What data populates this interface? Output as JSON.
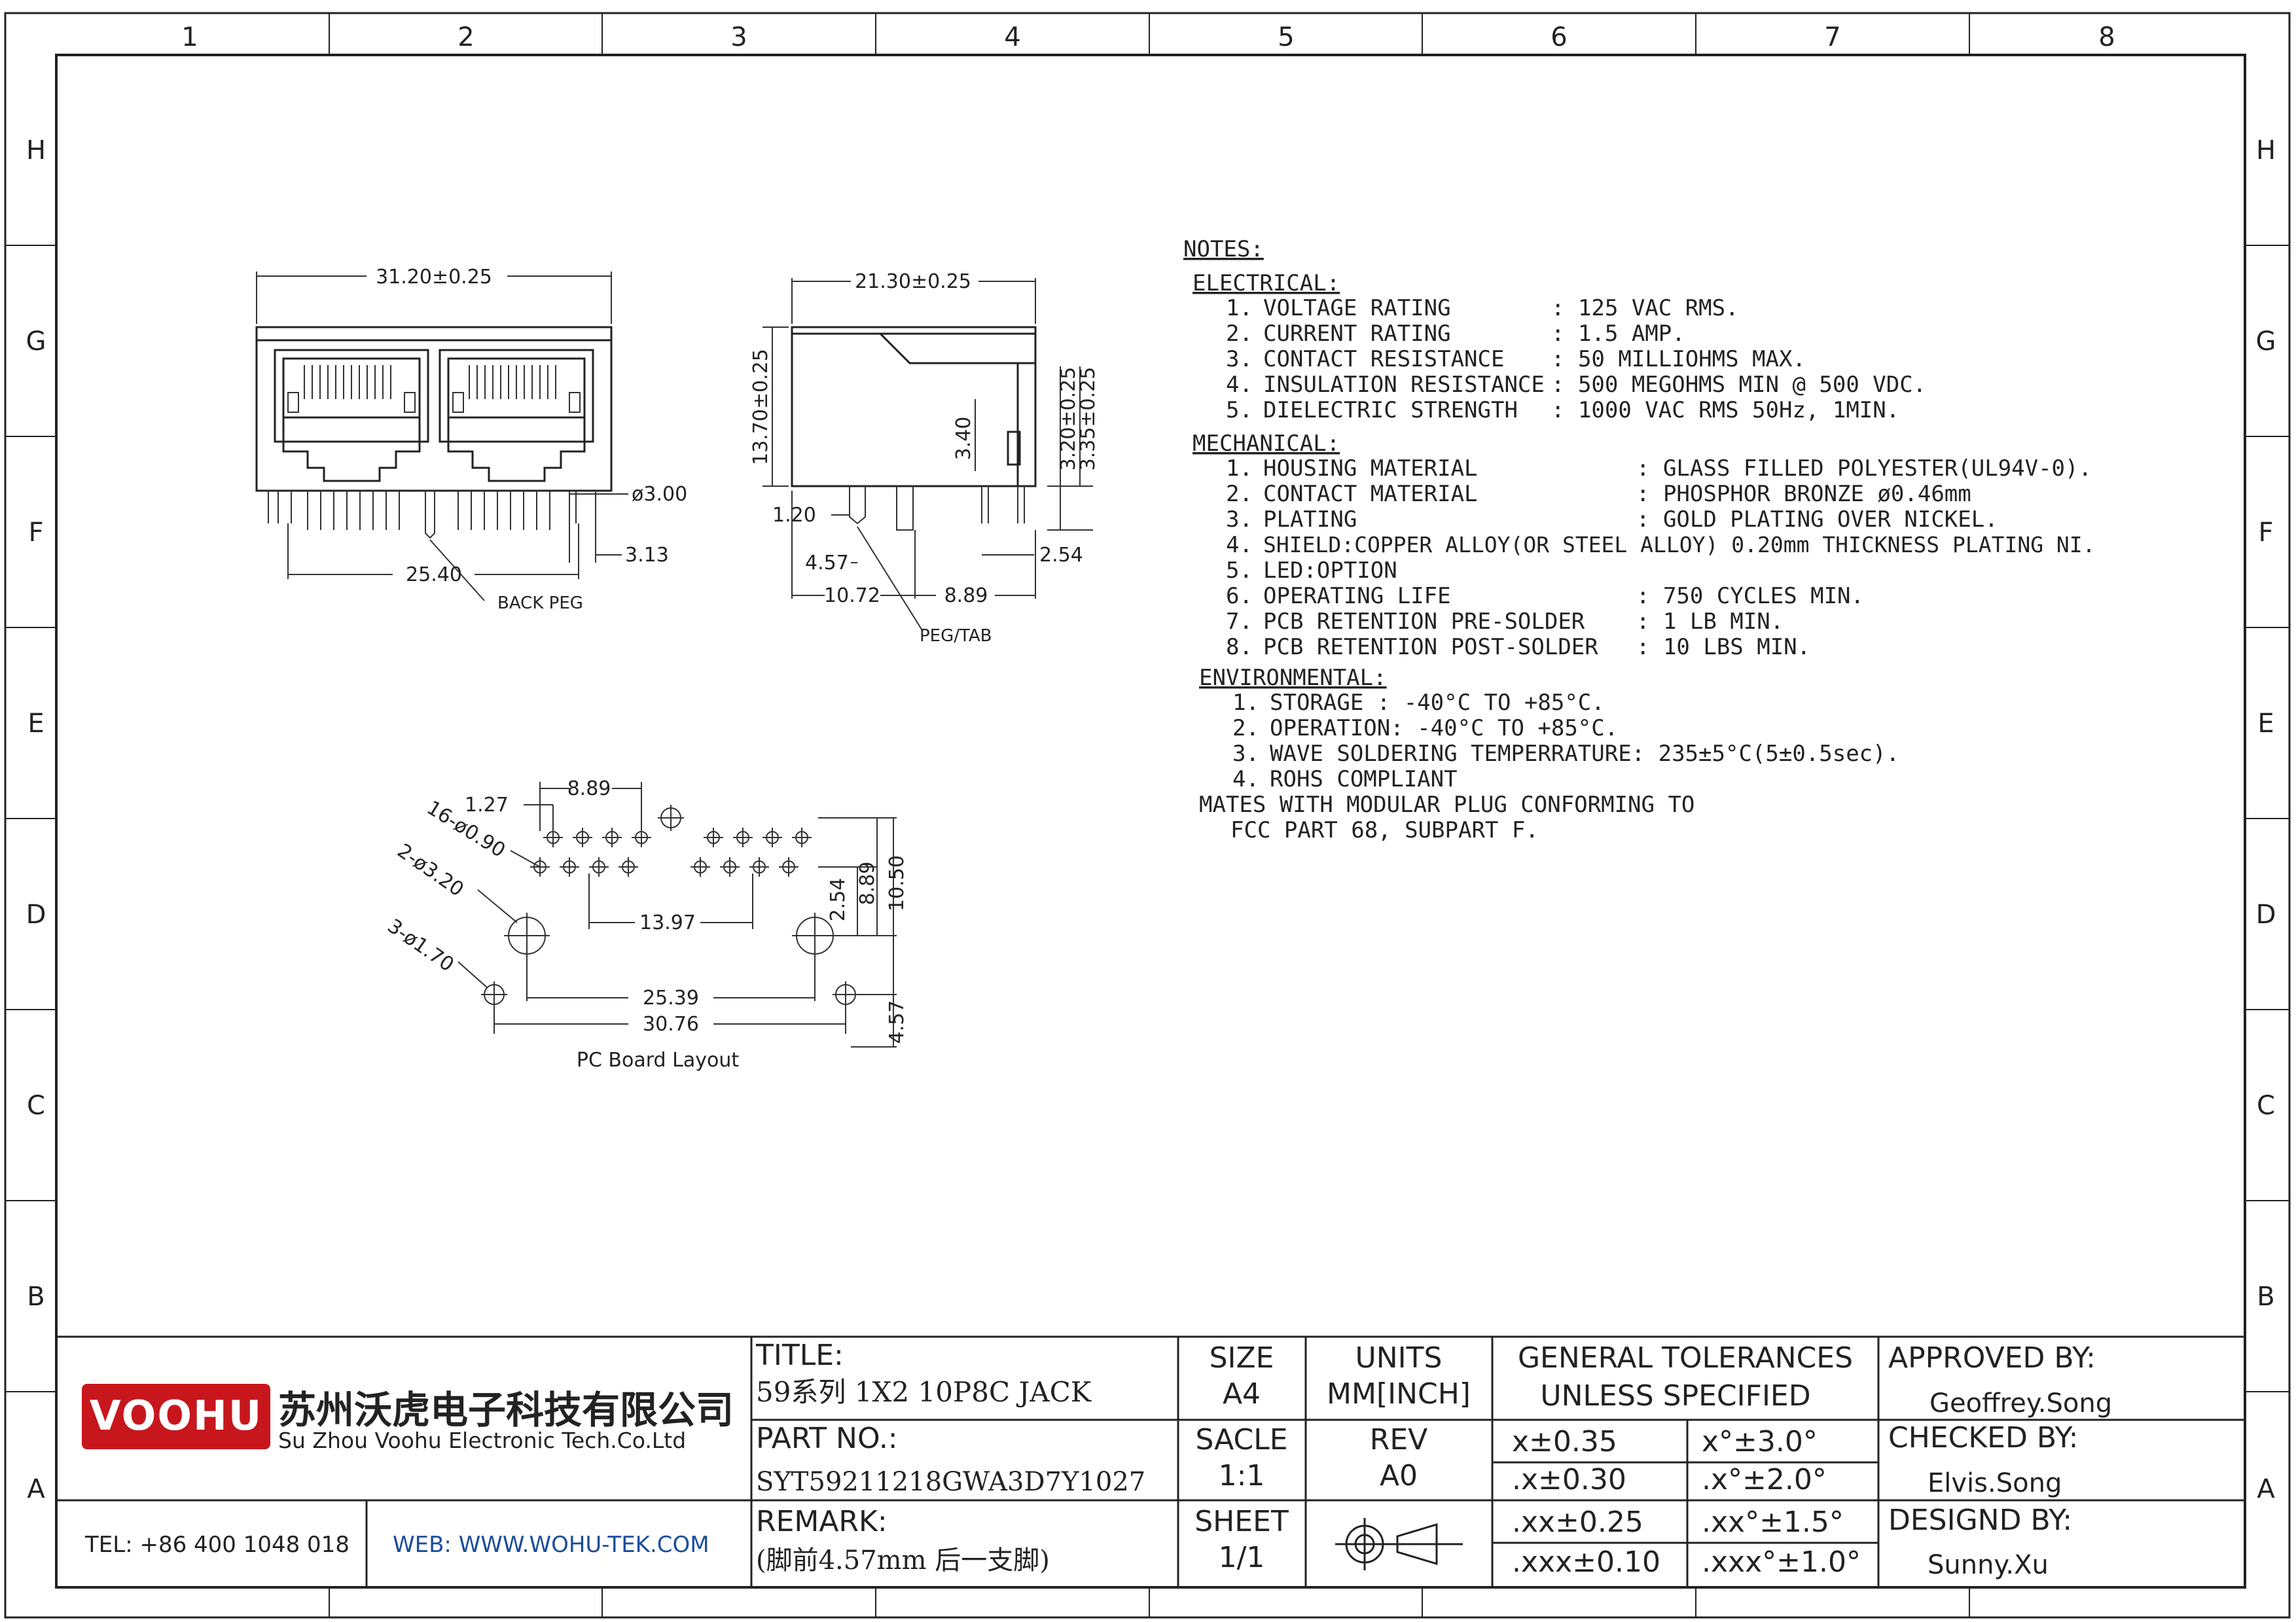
{
  "grid": {
    "columns": [
      "1",
      "2",
      "3",
      "4",
      "5",
      "6",
      "7",
      "8"
    ],
    "rows": [
      "H",
      "G",
      "F",
      "E",
      "D",
      "C",
      "B",
      "A"
    ]
  },
  "front_view": {
    "width_dim": "31.20±0.25",
    "pitch_dim": "25.40",
    "dia_dim": "ø3.00",
    "offset_dim": "3.13",
    "back_peg_label": "BACK PEG"
  },
  "side_view": {
    "width_dim": "21.30±0.25",
    "height_dim": "13.70±0.25",
    "dim_340": "3.40",
    "dim_320": "3.20±0.25",
    "dim_335": "3.35±0.25",
    "dim_120": "1.20",
    "dim_457": "4.57",
    "dim_1072": "10.72",
    "dim_889": "8.89",
    "dim_254": "2.54",
    "peg_tab_label": "PEG/TAB"
  },
  "pcb_layout": {
    "dim_889_top": "8.89",
    "dim_127": "1.27",
    "holes_16": "16-ø0.90",
    "holes_2": "2-ø3.20",
    "holes_3": "3-ø1.70",
    "dim_1397": "13.97",
    "dim_254": "2.54",
    "dim_889": "8.89",
    "dim_1050": "10.50",
    "dim_2539": "25.39",
    "dim_3076": "30.76",
    "dim_457": "4.57",
    "caption": "PC Board Layout"
  },
  "notes": {
    "heading": "NOTES:",
    "electrical_heading": "ELECTRICAL:",
    "electrical": [
      {
        "num": "1.",
        "label": "VOLTAGE RATING",
        "value": ": 125 VAC RMS."
      },
      {
        "num": "2.",
        "label": "CURRENT RATING",
        "value": ": 1.5 AMP."
      },
      {
        "num": "3.",
        "label": "CONTACT RESISTANCE",
        "value": ": 50 MILLIOHMS MAX."
      },
      {
        "num": "4.",
        "label": "INSULATION RESISTANCE",
        "value": ": 500 MEGOHMS MIN @ 500 VDC."
      },
      {
        "num": "5.",
        "label": "DIELECTRIC STRENGTH",
        "value": ": 1000 VAC RMS 50Hz, 1MIN."
      }
    ],
    "mechanical_heading": "MECHANICAL:",
    "mechanical": [
      {
        "num": "1.",
        "label": "HOUSING MATERIAL",
        "value": ": GLASS FILLED POLYESTER(UL94V-0)."
      },
      {
        "num": "2.",
        "label": "CONTACT MATERIAL",
        "value": ": PHOSPHOR BRONZE ø0.46mm"
      },
      {
        "num": "3.",
        "label": "PLATING",
        "value": ": GOLD PLATING OVER NICKEL."
      },
      {
        "num": "4.",
        "label": "SHIELD:COPPER ALLOY(OR STEEL ALLOY) 0.20mm THICKNESS PLATING NI.",
        "value": ""
      },
      {
        "num": "5.",
        "label": "LED:OPTION",
        "value": ""
      },
      {
        "num": "6.",
        "label": "OPERATING LIFE",
        "value": ": 750 CYCLES MIN."
      },
      {
        "num": "7.",
        "label": "PCB RETENTION PRE-SOLDER",
        "value": ": 1 LB MIN."
      },
      {
        "num": "8.",
        "label": "PCB RETENTION POST-SOLDER",
        "value": ": 10 LBS MIN."
      }
    ],
    "environmental_heading": "ENVIRONMENTAL:",
    "environmental": [
      {
        "num": "1.",
        "text": "STORAGE  : -40°C TO +85°C."
      },
      {
        "num": "2.",
        "text": "OPERATION: -40°C TO +85°C."
      },
      {
        "num": "3.",
        "text": "WAVE SOLDERING TEMPERRATURE: 235±5°C(5±0.5sec)."
      },
      {
        "num": "4.",
        "text": "ROHS COMPLIANT"
      }
    ],
    "mates_line1": "MATES WITH MODULAR PLUG CONFORMING TO",
    "mates_line2": "FCC PART 68, SUBPART F."
  },
  "title_block": {
    "logo_text": "VOOHU",
    "company_cn": "苏州沃虎电子科技有限公司",
    "company_en": "Su Zhou Voohu Electronic Tech.Co.Ltd",
    "tel": "TEL: +86 400 1048 018",
    "web": "WEB: WWW.WOHU-TEK.COM",
    "title_label": "TITLE:",
    "title_value": "59系列 1X2 10P8C JACK",
    "part_label": "PART NO.:",
    "part_value": "SYT59211218GWA3D7Y1027",
    "remark_label": "REMARK:",
    "remark_value": "(脚前4.57mm 后一支脚)",
    "size_label": "SIZE",
    "size_value": "A4",
    "units_label": "UNITS",
    "units_value": "MM[INCH]",
    "scale_label": "SACLE",
    "scale_value": "1:1",
    "rev_label": "REV",
    "rev_value": "A0",
    "sheet_label": "SHEET",
    "sheet_value": "1/1",
    "tol_heading1": "GENERAL TOLERANCES",
    "tol_heading2": "UNLESS SPECIFIED",
    "tolerances": [
      {
        "linear": "x±0.35",
        "angular": "x°±3.0°"
      },
      {
        "linear": ".x±0.30",
        "angular": ".x°±2.0°"
      },
      {
        "linear": ".xx±0.25",
        "angular": ".xx°±1.5°"
      },
      {
        "linear": ".xxx±0.10",
        "angular": ".xxx°±1.0°"
      }
    ],
    "approved_label": "APPROVED BY:",
    "approved_value": "Geoffrey.Song",
    "checked_label": "CHECKED BY:",
    "checked_value": "Elvis.Song",
    "designed_label": "DESIGND BY:",
    "designed_value": "Sunny.Xu"
  }
}
